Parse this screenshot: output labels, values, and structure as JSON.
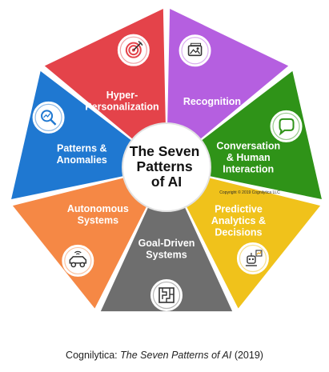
{
  "center": {
    "lines": [
      "The Seven",
      "Patterns",
      "of AI"
    ]
  },
  "segments": [
    {
      "id": "recognition",
      "lines": [
        "Recognition"
      ],
      "color": "#b55fe0",
      "icon": "image-frame-icon"
    },
    {
      "id": "conversation-human-interaction",
      "lines": [
        "Conversation",
        "& Human",
        "Interaction"
      ],
      "color": "#2f9318",
      "icon": "chat-bubble-icon"
    },
    {
      "id": "predictive-analytics-decisions",
      "lines": [
        "Predictive",
        "Analytics &",
        "Decisions"
      ],
      "color": "#f0c21b",
      "icon": "robot-chart-icon"
    },
    {
      "id": "goal-driven-systems",
      "lines": [
        "Goal-Driven",
        "Systems"
      ],
      "color": "#6e6e6e",
      "icon": "maze-icon"
    },
    {
      "id": "autonomous-systems",
      "lines": [
        "Autonomous",
        "Systems"
      ],
      "color": "#f58845",
      "icon": "autonomous-car-icon"
    },
    {
      "id": "patterns-anomalies",
      "lines": [
        "Patterns &",
        "Anomalies"
      ],
      "color": "#1f78d1",
      "icon": "magnify-chart-icon"
    },
    {
      "id": "hyper-personalization",
      "lines": [
        "Hyper-",
        "Personalization"
      ],
      "color": "#e4434a",
      "icon": "target-icon"
    }
  ],
  "copyright": "Copyright © 2019 Cognilytica LLC",
  "caption": {
    "prefix": "Cognilytica: ",
    "title": "The Seven Patterns of AI",
    "suffix": " (2019)"
  }
}
